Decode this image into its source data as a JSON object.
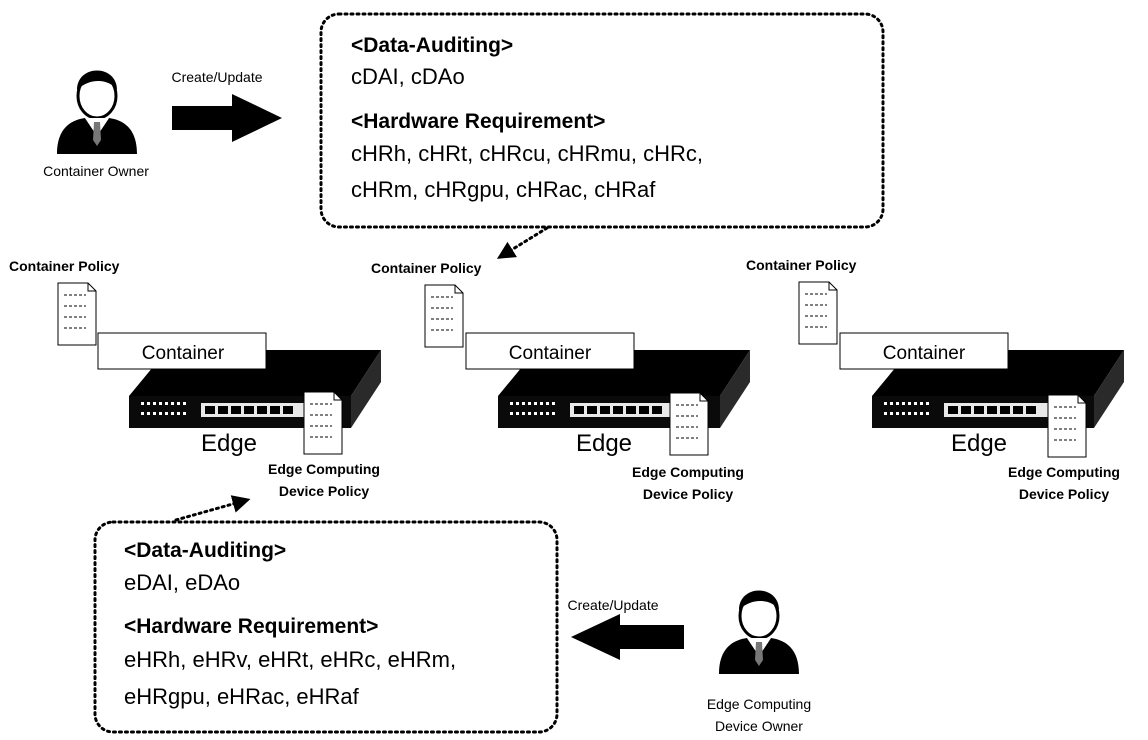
{
  "diagram": {
    "container_owner": {
      "label": "Container Owner",
      "action": "Create/Update"
    },
    "edge_owner": {
      "label_line1": "Edge Computing",
      "label_line2": "Device Owner",
      "action": "Create/Update"
    },
    "container_policy_box": {
      "heading1": "<Data-Auditing>",
      "line1": "cDAI, cDAo",
      "heading2": "<Hardware Requirement>",
      "line2": "cHRh, cHRt, cHRcu, cHRmu, cHRc,",
      "line3": "cHRm, cHRgpu, cHRac, cHRaf"
    },
    "edge_policy_box": {
      "heading1": "<Data-Auditing>",
      "line1": "eDAI, eDAo",
      "heading2": "<Hardware Requirement>",
      "line2": "eHRh, eHRv, eHRt, eHRc, eHRm,",
      "line3": "eHRgpu, eHRac, eHRaf"
    },
    "nodes": [
      {
        "container_policy_label": "Container Policy",
        "container_label": "Container",
        "edge_label": "Edge",
        "device_policy_line1": "Edge Computing",
        "device_policy_line2": "Device Policy"
      },
      {
        "container_policy_label": "Container Policy",
        "container_label": "Container",
        "edge_label": "Edge",
        "device_policy_line1": "Edge Computing",
        "device_policy_line2": "Device Policy"
      },
      {
        "container_policy_label": "Container Policy",
        "container_label": "Container",
        "edge_label": "Edge",
        "device_policy_line1": "Edge Computing",
        "device_policy_line2": "Device Policy"
      }
    ]
  }
}
